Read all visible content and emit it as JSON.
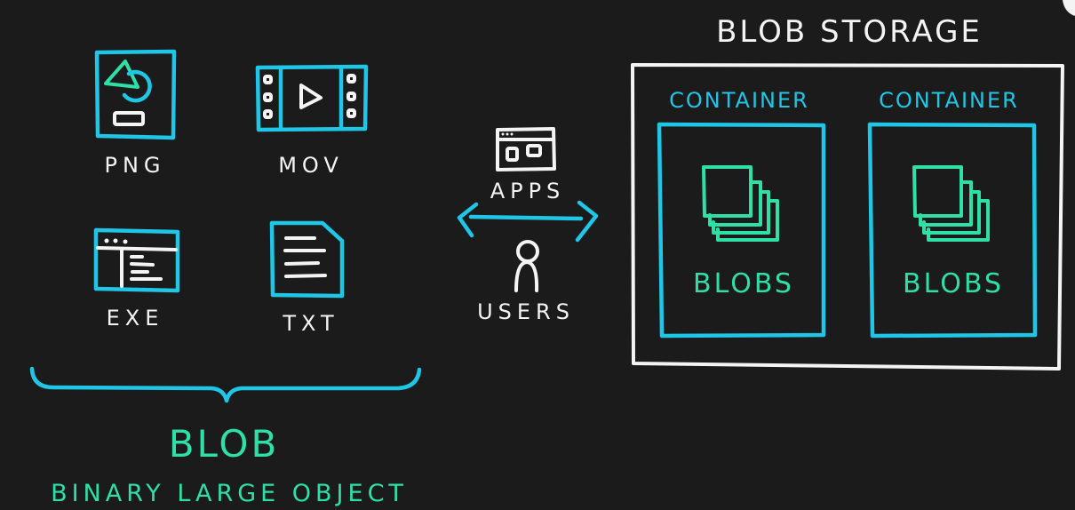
{
  "colors": {
    "background": "#1c1b1c",
    "cyan": "#1fc6e6",
    "green": "#2ee0a6",
    "white": "#f4f4f4"
  },
  "file_types": [
    {
      "label": "PNG",
      "icon": "image-icon"
    },
    {
      "label": "MOV",
      "icon": "film-icon"
    },
    {
      "label": "EXE",
      "icon": "application-window-icon"
    },
    {
      "label": "TXT",
      "icon": "text-document-icon"
    }
  ],
  "blob": {
    "title": "BLOB",
    "subtitle": "BINARY LARGE OBJECT"
  },
  "access": {
    "apps_label": "APPS",
    "users_label": "USERS"
  },
  "storage": {
    "title": "BLOB STORAGE",
    "containers": [
      {
        "label": "CONTAINER",
        "content": "BLOBS"
      },
      {
        "label": "CONTAINER",
        "content": "BLOBS"
      }
    ]
  }
}
